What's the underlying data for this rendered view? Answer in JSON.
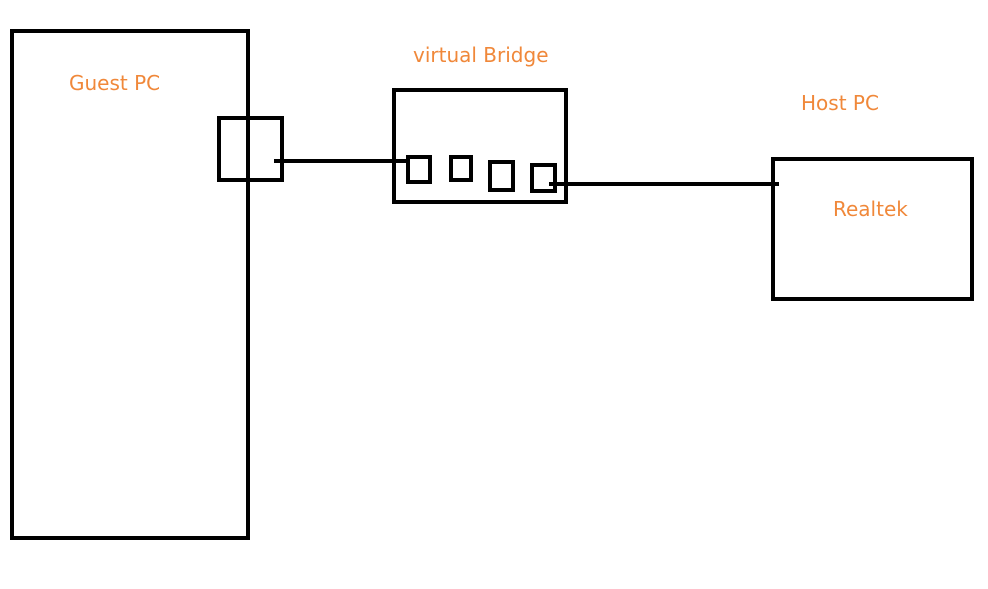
{
  "diagram": {
    "accent_color": "#f0883a",
    "line_color": "#000000",
    "guest_pc": {
      "label": "Guest PC"
    },
    "virtual_bridge": {
      "label": "virtual Bridge"
    },
    "host_pc": {
      "label": "Host PC",
      "nic_label": "Realtek"
    }
  }
}
